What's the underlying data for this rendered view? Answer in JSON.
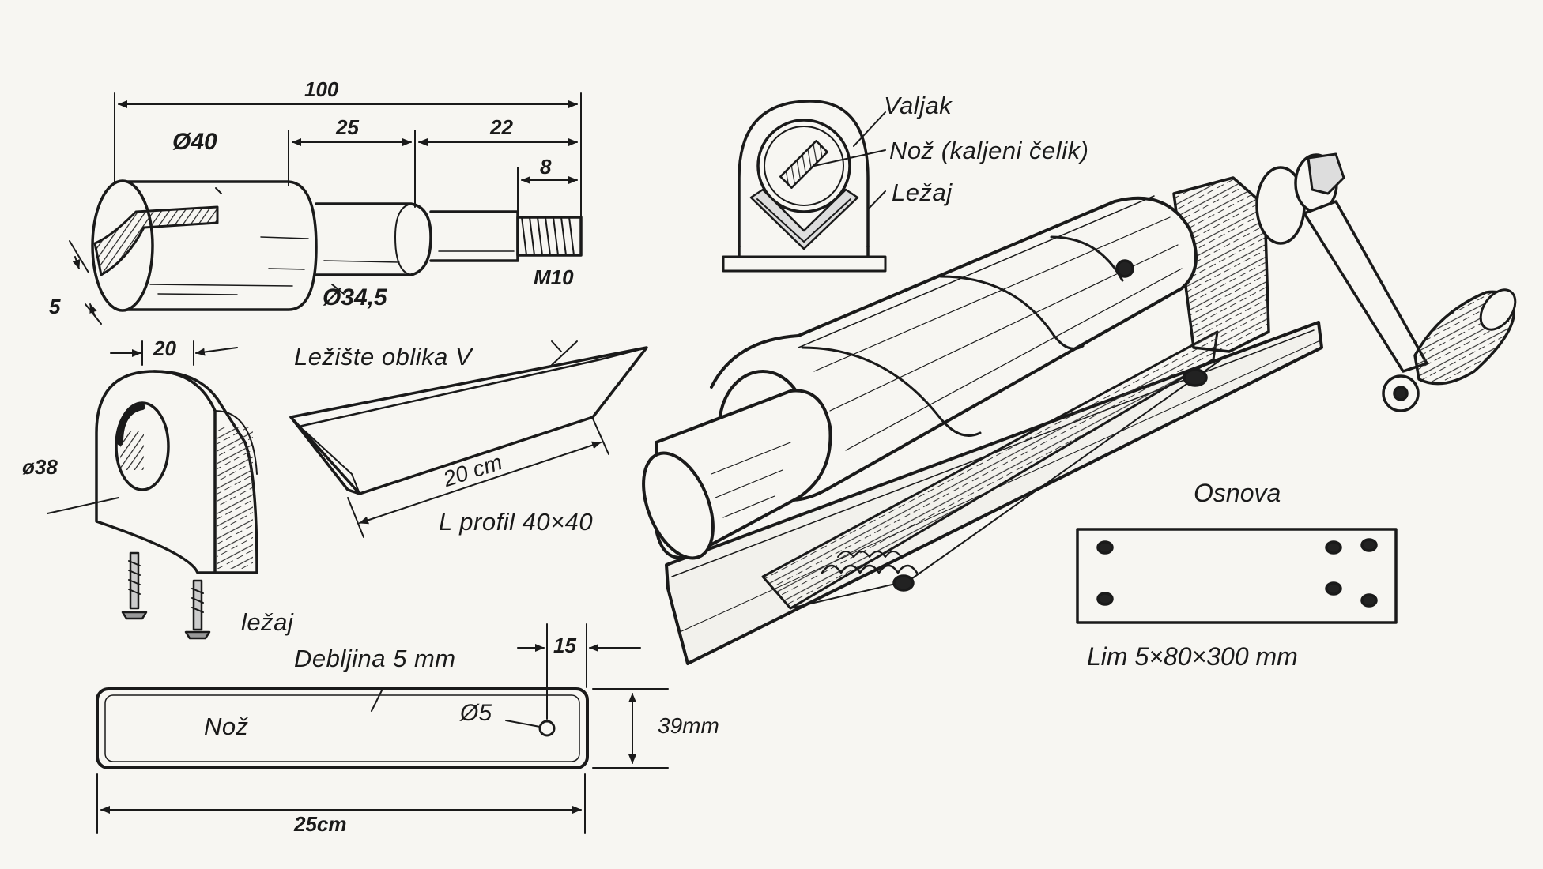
{
  "shaft": {
    "length_total": "100",
    "dia_roller": "Ø40",
    "len_mid": "25",
    "len_end": "22",
    "len_thread": "8",
    "thread": "M10",
    "dia_mid": "Ø34,5",
    "slot_width": "5"
  },
  "bearing": {
    "width": "20",
    "bore": "ø38",
    "caption": "ležaj"
  },
  "v_rest": {
    "title": "Ležište oblika V",
    "length": "20 cm",
    "profile": "L profil 40×40"
  },
  "section": {
    "roller": "Valjak",
    "knife": "Nož (kaljeni čelik)",
    "bearing": "Ležaj"
  },
  "base": {
    "title": "Osnova",
    "spec": "Lim 5×80×300 mm"
  },
  "knife": {
    "thickness": "Debljina 5 mm",
    "hole_offset": "15",
    "name": "Nož",
    "hole_dia": "Ø5",
    "height": "39mm",
    "length": "25cm"
  }
}
